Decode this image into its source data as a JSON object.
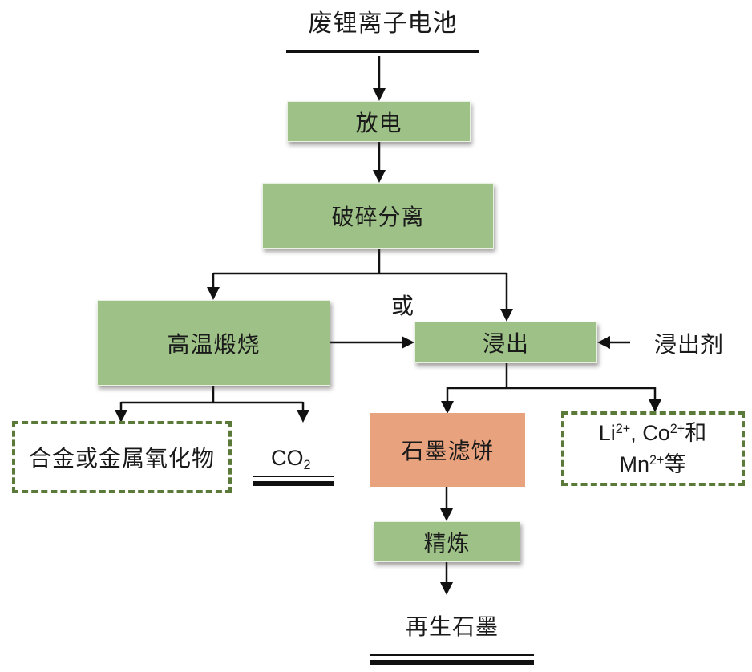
{
  "title": "废锂离子电池",
  "nodes": {
    "discharge": "放电",
    "crush_separate": "破碎分离",
    "high_temp_calcination": "高温煅烧",
    "leaching": "浸出",
    "graphite_filter_cake": "石墨滤饼",
    "refining": "精炼"
  },
  "labels": {
    "or": "或",
    "leaching_agent": "浸出剂"
  },
  "outputs": {
    "alloy_or_oxide": "合金或金属氧化物",
    "co2": {
      "base": "CO",
      "sub": "2"
    },
    "ions": {
      "li": "Li",
      "li_charge": "2+",
      "sep": ", ",
      "co": "Co",
      "co_charge": "2+",
      "and": "和",
      "mn": "Mn",
      "mn_charge": "2+",
      "etc": "等"
    },
    "regenerated_graphite": "再生石墨"
  },
  "colors": {
    "process_box": "#9dc187",
    "filter_cake_box": "#e9a27e",
    "dashed_border": "#5b7a3a",
    "arrow": "#111111"
  }
}
